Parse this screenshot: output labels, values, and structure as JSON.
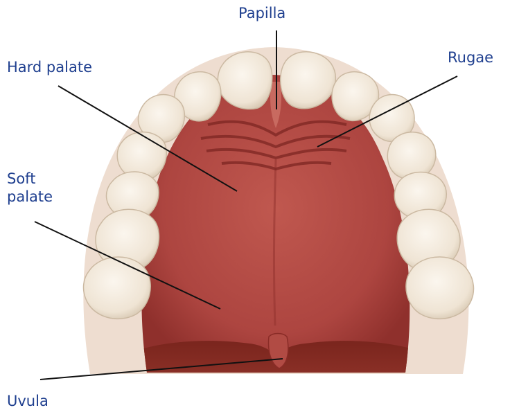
{
  "colors": {
    "label_text": "#1f3f8f",
    "leader_line": "#111111",
    "palate": "#b3473f",
    "palate_dark": "#8e2f2b",
    "tongue": "#8a2c22",
    "tooth": "#f3ebe0",
    "tooth_shade": "#d8cbb8"
  },
  "labels": {
    "papilla": "Papilla",
    "hard_palate": "Hard palate",
    "rugae": "Rugae",
    "soft_palate": "Soft palate",
    "uvula": "Uvula"
  }
}
